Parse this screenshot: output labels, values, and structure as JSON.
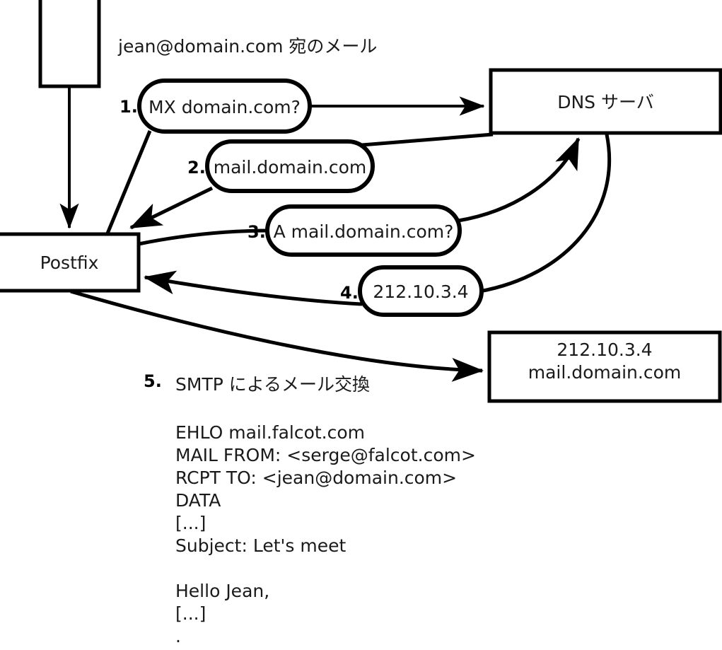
{
  "figure": {
    "title_text": "jean@domain.com 宛のメール",
    "line_color": "#000000",
    "text_color": "#1a1a1a",
    "background": "#ffffff"
  },
  "nodes": {
    "sender_box": {
      "label": ""
    },
    "postfix_box": {
      "label": "Postfix"
    },
    "dns_box": {
      "label": "DNS サーバ"
    },
    "mailserver_box": {
      "label_line1": "212.10.3.4",
      "label_line2": "mail.domain.com"
    }
  },
  "steps": [
    {
      "number": "1.",
      "bubble": "MX domain.com?"
    },
    {
      "number": "2.",
      "bubble": "mail.domain.com"
    },
    {
      "number": "3.",
      "bubble": "A mail.domain.com?"
    },
    {
      "number": "4.",
      "bubble": "212.10.3.4"
    },
    {
      "number": "5.",
      "text": "SMTP によるメール交換"
    }
  ],
  "smtp_transcript": [
    "EHLO mail.falcot.com",
    "MAIL FROM: <serge@falcot.com>",
    "RCPT TO: <jean@domain.com>",
    "DATA",
    "[...]",
    "Subject: Let's meet",
    "",
    "Hello Jean,",
    "[...]",
    "."
  ]
}
